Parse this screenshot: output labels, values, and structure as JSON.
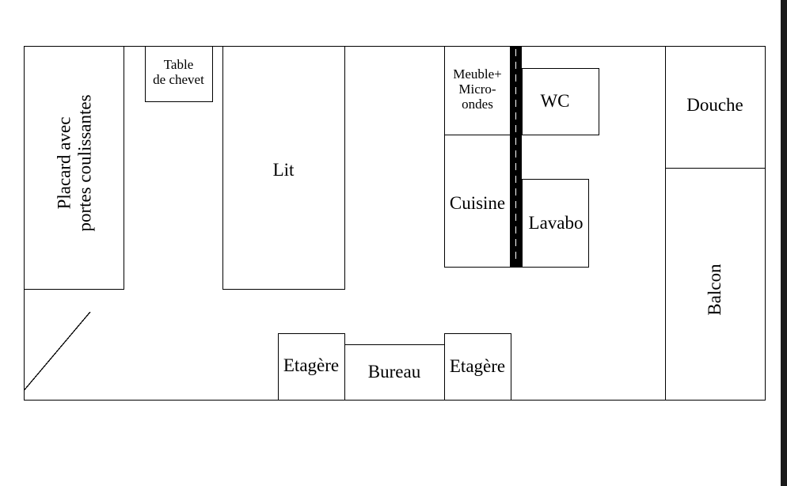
{
  "plan": {
    "closet": "Placard avec\nportes coulissantes",
    "nightstand": "Table\nde chevet",
    "bed": "Lit",
    "furniture_microwave": "Meuble+\nMicro-\nondes",
    "toilet": "WC",
    "shower": "Douche",
    "kitchen": "Cuisine",
    "sink": "Lavabo",
    "balcony": "Balcon",
    "shelf_left": "Etagère",
    "desk": "Bureau",
    "shelf_right": "Etagère"
  },
  "colors": {
    "line": "#000000",
    "wall": "#000000",
    "background": "#ffffff",
    "edge_strip": "#1a1a1a"
  }
}
